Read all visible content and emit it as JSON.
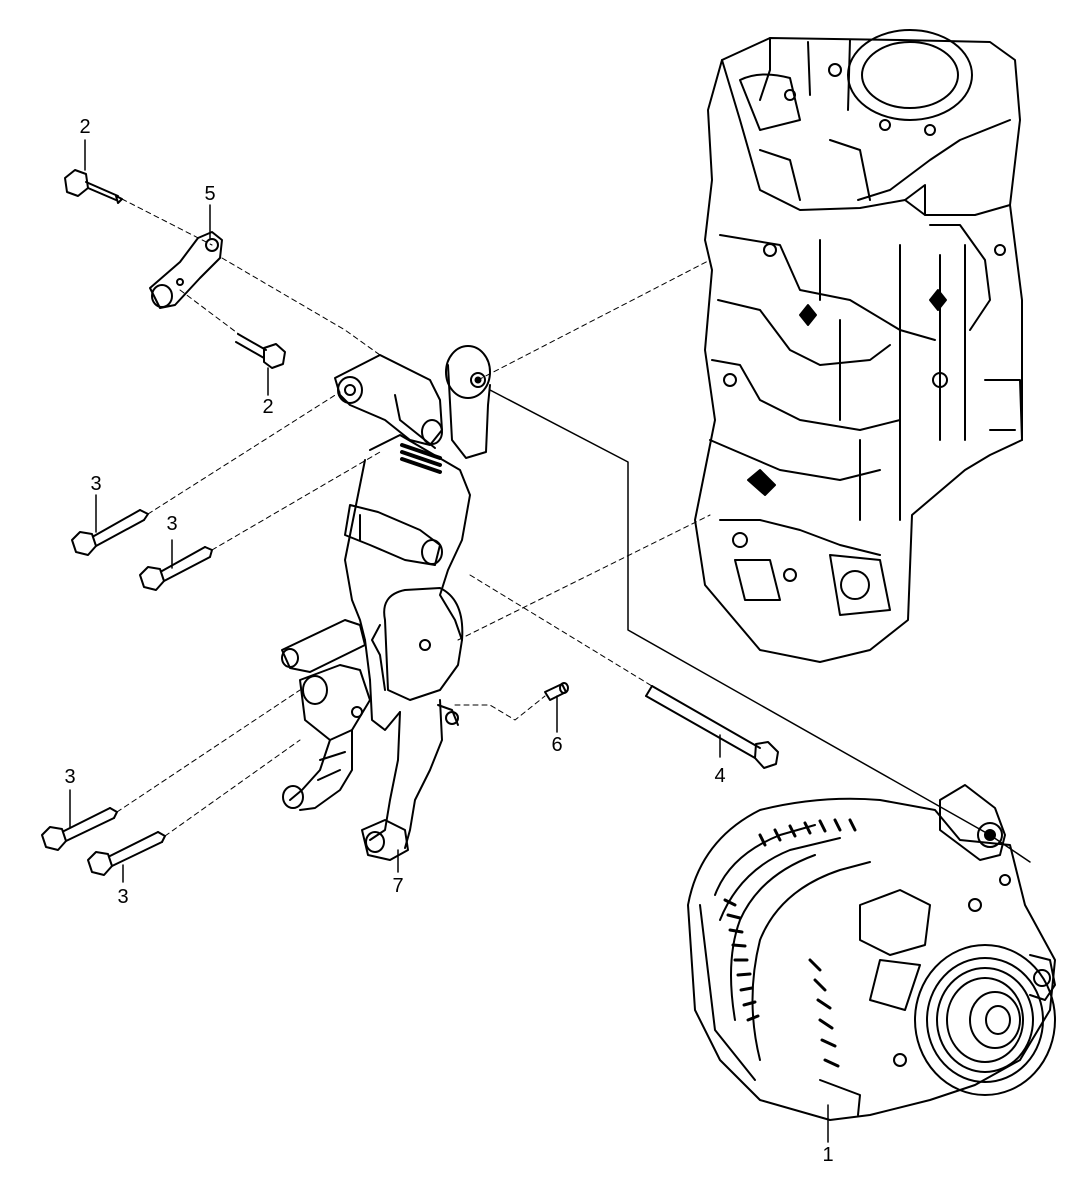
{
  "callouts": {
    "alternator": "1",
    "bolt_top": "2",
    "bolt_mid": "2",
    "bolt_a": "3",
    "bolt_b": "3",
    "bolt_c": "3",
    "bolt_d": "3",
    "long_bolt": "4",
    "link_plate": "5",
    "pin": "6",
    "bracket": "7"
  },
  "colors": {
    "line": "#000000",
    "background": "#ffffff"
  }
}
